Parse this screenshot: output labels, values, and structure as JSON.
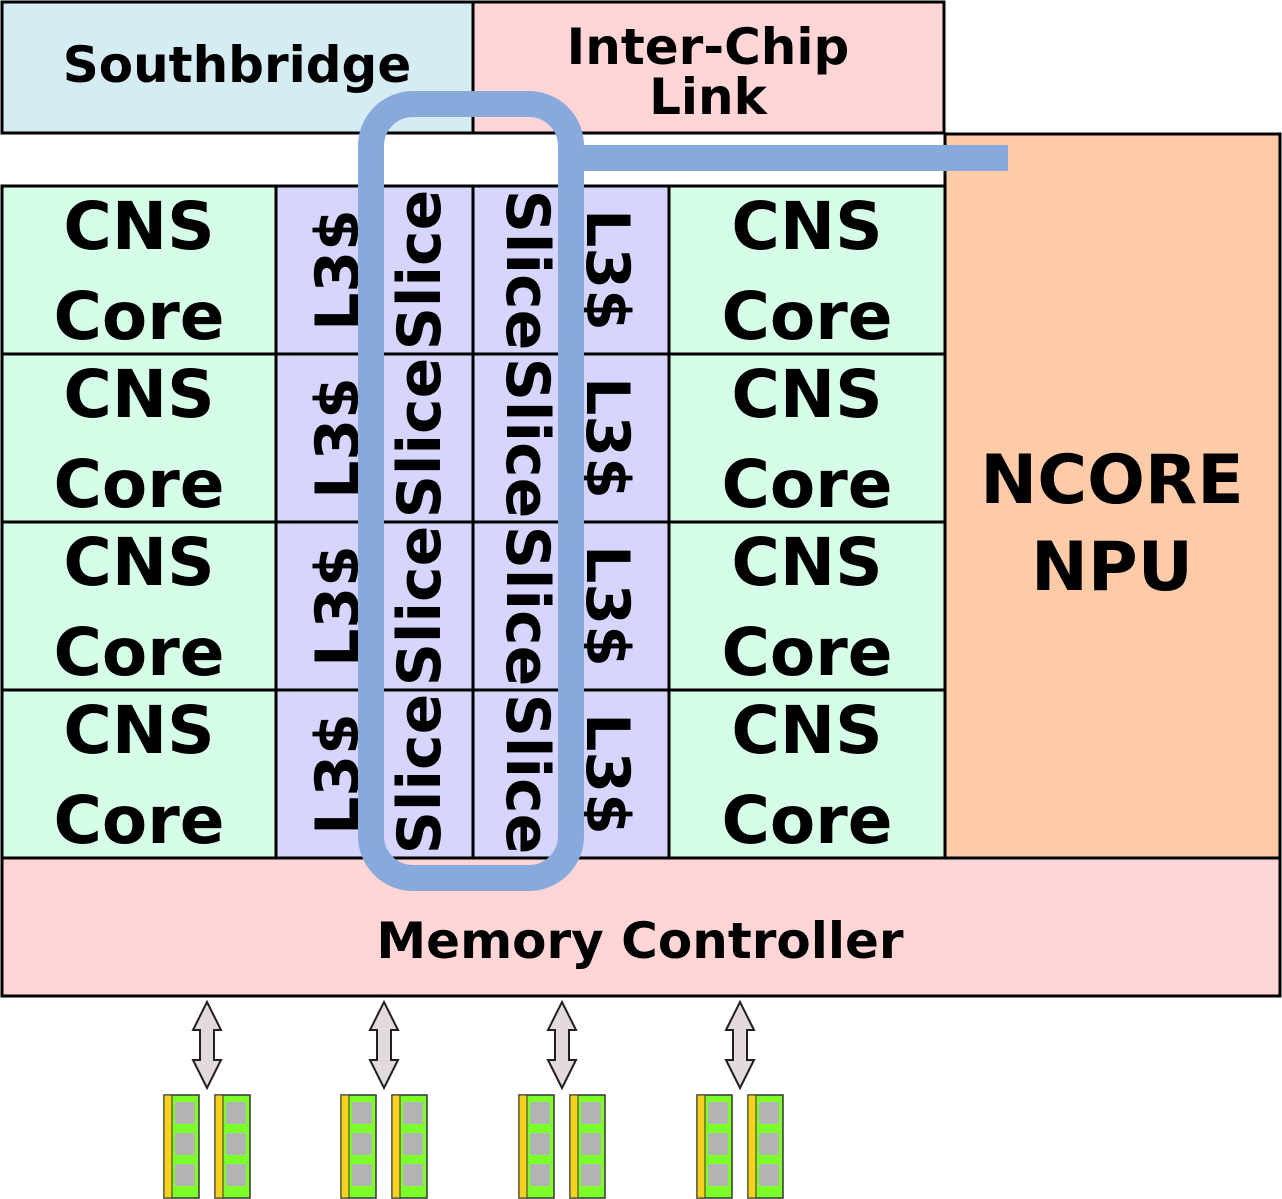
{
  "blocks": {
    "southbridge": "Southbridge",
    "interchip_line1": "Inter-Chip",
    "interchip_line2": "Link",
    "npu_line1": "NCORE",
    "npu_line2": "NPU",
    "memory_controller": "Memory Controller"
  },
  "cores": {
    "left": [
      {
        "line1": "CNS",
        "line2": "Core"
      },
      {
        "line1": "CNS",
        "line2": "Core"
      },
      {
        "line1": "CNS",
        "line2": "Core"
      },
      {
        "line1": "CNS",
        "line2": "Core"
      }
    ],
    "right": [
      {
        "line1": "CNS",
        "line2": "Core"
      },
      {
        "line1": "CNS",
        "line2": "Core"
      },
      {
        "line1": "CNS",
        "line2": "Core"
      },
      {
        "line1": "CNS",
        "line2": "Core"
      }
    ]
  },
  "cache": {
    "l3_label": "L3$",
    "slice_label": "Slice",
    "rows": 4
  },
  "memory": {
    "channels": 4,
    "dimms_per_channel": 2
  },
  "colors": {
    "southbridge": "#d6ecf3",
    "interchip": "#ffd5d5",
    "core": "#d5fde8",
    "l3": "#d5d5fd",
    "npu": "#fdcba8",
    "memctrl": "#ffd5d5",
    "ring": "#87a9dc",
    "arrow": "#e3dbdb",
    "dimm_board": "#7dff2a",
    "dimm_edge": "#f5d21e",
    "dimm_chip": "#b3b3b3"
  }
}
